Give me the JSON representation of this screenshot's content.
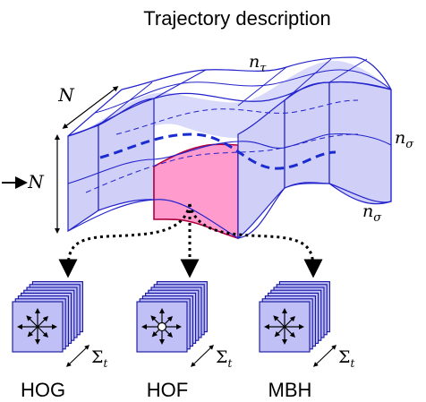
{
  "title": "Trajectory description",
  "labels": {
    "N_depth": "N",
    "N_height": "N",
    "n_tau": "n",
    "n_tau_sub": "τ",
    "n_sigma_upper": "n",
    "n_sigma_upper_sub": "σ",
    "n_sigma_lower": "n",
    "n_sigma_lower_sub": "σ"
  },
  "descriptors": [
    {
      "name": "HOG",
      "sum_symbol": "Σ",
      "sum_sub": "t",
      "icon": "gradient-arrows-icon"
    },
    {
      "name": "HOF",
      "sum_symbol": "Σ",
      "sum_sub": "t",
      "icon": "flow-arrows-with-center-circle-icon"
    },
    {
      "name": "MBH",
      "sum_symbol": "Σ",
      "sum_sub": "t",
      "icon": "motion-boundary-arrows-icon"
    }
  ],
  "colors": {
    "grid_line": "#2222cc",
    "cell_fill": "#c8c8f4",
    "highlight_fill": "#ff9ccd",
    "highlight_edge": "#b0003c",
    "trajectory": "#1a2bd0",
    "card_fill": "#c0c0f6",
    "card_edge": "#1010a0"
  }
}
